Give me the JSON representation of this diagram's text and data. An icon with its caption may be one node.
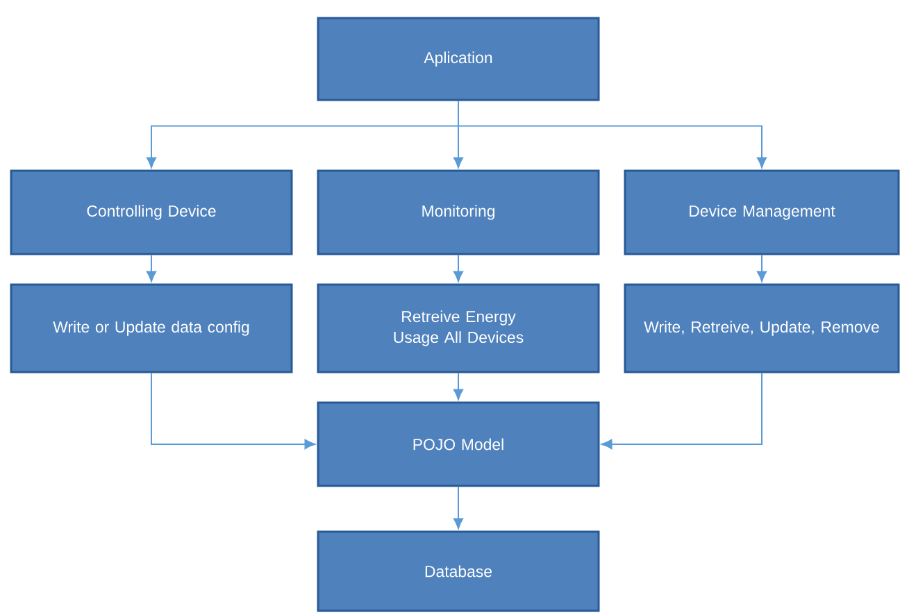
{
  "diagram": {
    "nodes": [
      {
        "text": [
          "Aplication"
        ]
      },
      {
        "text": [
          "Controlling Device"
        ]
      },
      {
        "text": [
          "Monitoring"
        ]
      },
      {
        "text": [
          "Device Management"
        ]
      },
      {
        "text": [
          "Write or Update data config"
        ]
      },
      {
        "text": [
          "Retreive Energy Usage All Devices"
        ]
      },
      {
        "text": [
          "Write, Retreive, Update, Remove"
        ]
      },
      {
        "text": [
          "POJO Model"
        ]
      },
      {
        "text": [
          "Database"
        ]
      }
    ],
    "edges": [
      {
        "from": 0,
        "to": 1,
        "arrow": "to"
      },
      {
        "from": 0,
        "to": 2,
        "arrow": "to"
      },
      {
        "from": 0,
        "to": 3,
        "arrow": "to"
      },
      {
        "from": 1,
        "to": 4,
        "arrow": "to"
      },
      {
        "from": 2,
        "to": 5,
        "arrow": "to"
      },
      {
        "from": 3,
        "to": 6,
        "arrow": "to"
      },
      {
        "from": 4,
        "to": 7,
        "arrow": "to"
      },
      {
        "from": 5,
        "to": 7,
        "arrow": "to"
      },
      {
        "from": 6,
        "to": 7,
        "arrow": "to"
      },
      {
        "from": 7,
        "to": 8,
        "arrow": "to"
      }
    ]
  }
}
